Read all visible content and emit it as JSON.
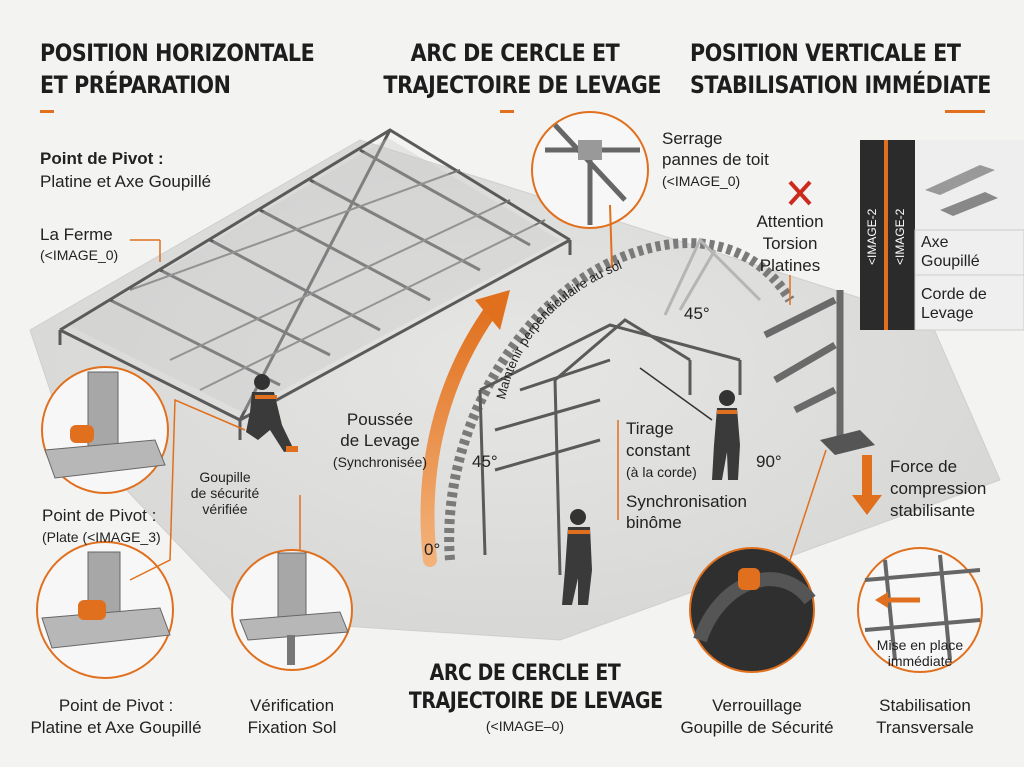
{
  "columns": {
    "left_title": [
      "POSITION HORIZONTALE",
      "ET PRÉPARATION"
    ],
    "center_title": [
      "ARC DE CERCLE ET",
      "TRAJECTOIRE DE LEVAGE"
    ],
    "right_title": [
      "POSITION VERTICALE ET",
      "STABILISATION IMMÉDIATE"
    ]
  },
  "pivot_note": {
    "title": "Point de Pivot :",
    "subtitle": "Platine et Axe Goupillé"
  },
  "ferme_note": {
    "line1": "La Ferme",
    "line2": "(<IMAGE_0)"
  },
  "serrage_note": {
    "line1": "Serrage",
    "line2": "pannes de toit",
    "line3": "(<IMAGE_0)"
  },
  "attention_note": {
    "line1": "Attention",
    "line2": "Torsion",
    "line3": "Platines"
  },
  "inset_panel": {
    "stamp_1": "<IMAGE-2",
    "stamp_2": "<IMAGE-2",
    "axe": [
      "Axe",
      "Goupillé"
    ],
    "corde": [
      "Corde de",
      "Levage"
    ]
  },
  "arc_text": "Maintenir perpendiculaire au sol",
  "angles": {
    "a45_top": "45°",
    "a45_left": "45°",
    "a0": "0°",
    "a90": "90°"
  },
  "poussee": [
    "Poussée",
    "de Levage",
    "(Synchronisée)"
  ],
  "tirage": [
    "Tirage",
    "constant",
    "(à la corde)"
  ],
  "synchro": [
    "Synchronisation",
    "binôme"
  ],
  "goupille": [
    "Goupille",
    "de sécurité",
    "vérifiée"
  ],
  "pivot_plate": {
    "title": "Point de Pivot :",
    "subtitle": "(Plate (<IMAGE_3)"
  },
  "force": [
    "Force de",
    "compression",
    "stabilisante"
  ],
  "mise": [
    "Mise en place",
    "immédiate"
  ],
  "bottom_center_title": [
    "ARC DE CERCLE ET",
    "TRAJECTOIRE DE LEVAGE"
  ],
  "bottom_center_sub": "(<IMAGE–0)",
  "captions": {
    "c1": [
      "Point de Pivot :",
      "Platine et Axe Goupillé"
    ],
    "c2": [
      "Vérification",
      "Fixation Sol"
    ],
    "c3": [
      "Verrouillage",
      "Goupille de Sécurité"
    ],
    "c4": [
      "Stabilisation",
      "Transversale"
    ]
  },
  "colors": {
    "accent": "#e0701e",
    "dark": "#2b2b2b",
    "steel": "#8a8a8a",
    "ground": "#e4e4e2"
  }
}
